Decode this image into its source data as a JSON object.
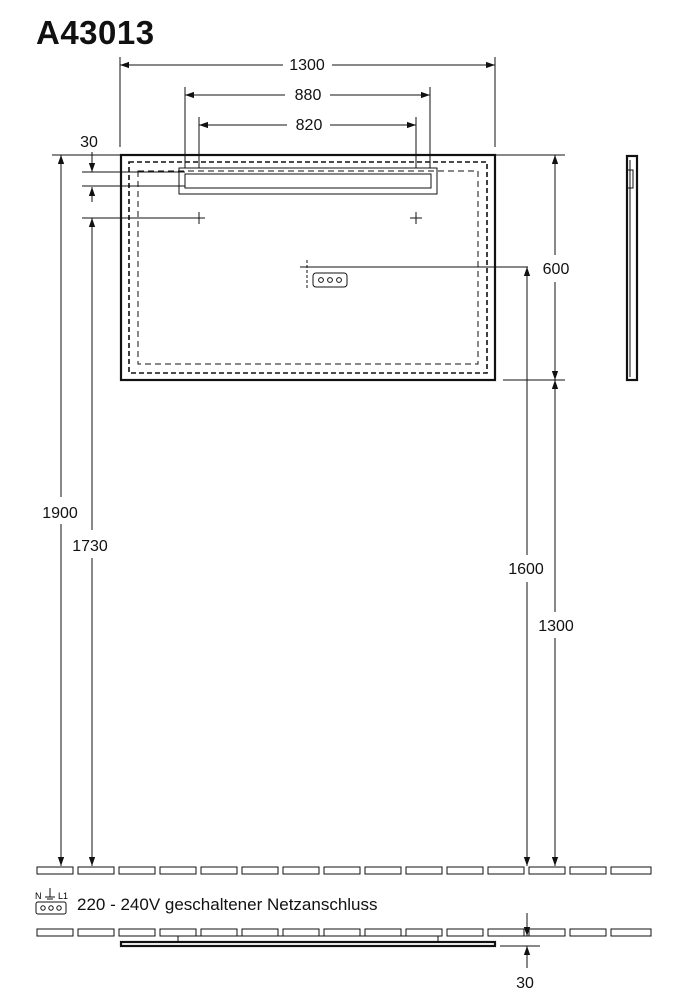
{
  "title": "A43013",
  "dimensions": {
    "overall_width": "1300",
    "outer_rail_width": "880",
    "inner_fixing_width": "820",
    "top_offset": "30",
    "mirror_height": "600",
    "total_height": "1900",
    "rail_height": "1730",
    "fixing_height": "1600",
    "mirror_bottom_height": "1300",
    "depth": "30"
  },
  "note": {
    "connection_text": "220 - 240V geschaltener Netzanschluss",
    "symbol_label_n": "N",
    "symbol_label_l": "L1"
  }
}
